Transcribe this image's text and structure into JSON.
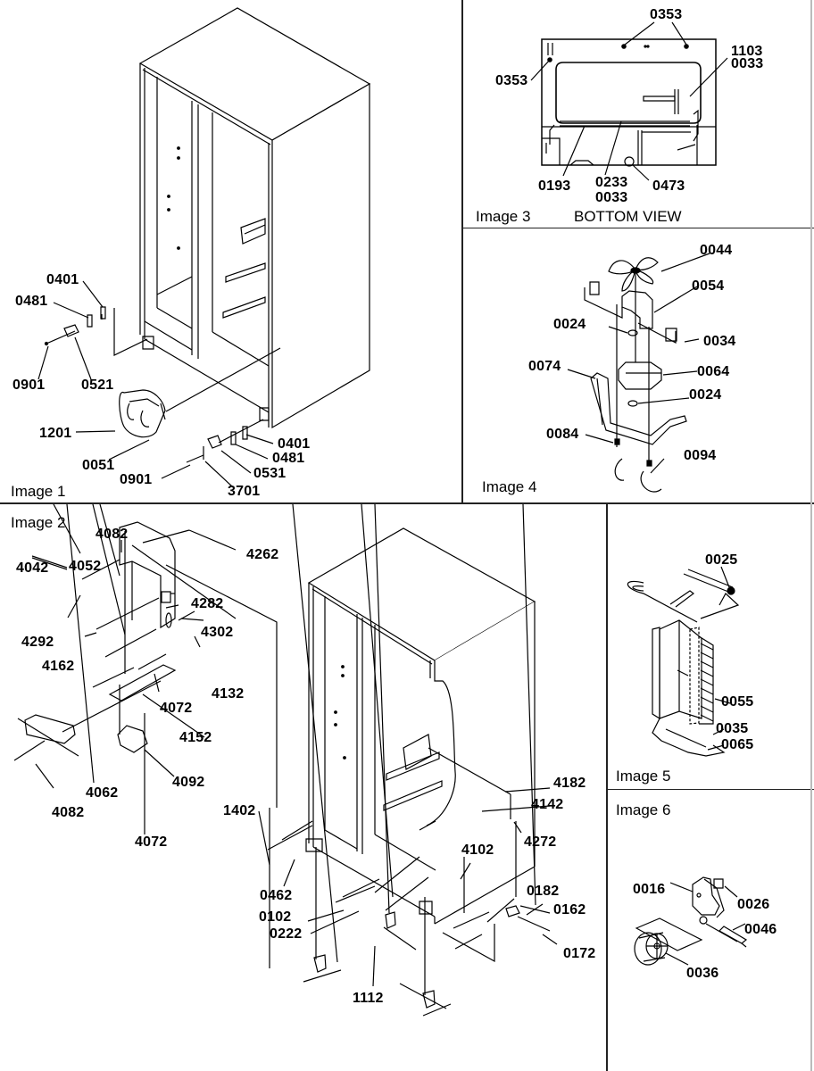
{
  "diagram": {
    "panels": [
      {
        "id": "image1",
        "caption": "Image 1",
        "labels": [
          "0401",
          "0481",
          "0901",
          "0521",
          "1201",
          "0051",
          "0901",
          "3701",
          "0531",
          "0481",
          "0401"
        ]
      },
      {
        "id": "image2",
        "caption": "Image 2",
        "labels": [
          "4082",
          "4262",
          "4042",
          "4052",
          "4282",
          "4302",
          "4292",
          "4162",
          "4132",
          "4072",
          "4152",
          "4092",
          "4062",
          "4082",
          "4072",
          "1402",
          "4182",
          "4142",
          "4272",
          "4102",
          "0462",
          "0102",
          "0222",
          "0182",
          "0162",
          "0172",
          "1112"
        ]
      },
      {
        "id": "image3",
        "caption": "Image 3",
        "view_label": "BOTTOM VIEW",
        "labels": [
          "0353",
          "0353",
          "1103",
          "0033",
          "0193",
          "0233",
          "0033",
          "0473"
        ]
      },
      {
        "id": "image4",
        "caption": "Image 4",
        "labels": [
          "0044",
          "0054",
          "0024",
          "0034",
          "0074",
          "0064",
          "0024",
          "0084",
          "0094"
        ]
      },
      {
        "id": "image5",
        "caption": "Image 5",
        "labels": [
          "0025",
          "0055",
          "0035",
          "0065"
        ]
      },
      {
        "id": "image6",
        "caption": "Image 6",
        "labels": [
          "0016",
          "0026",
          "0046",
          "0036"
        ]
      }
    ]
  }
}
